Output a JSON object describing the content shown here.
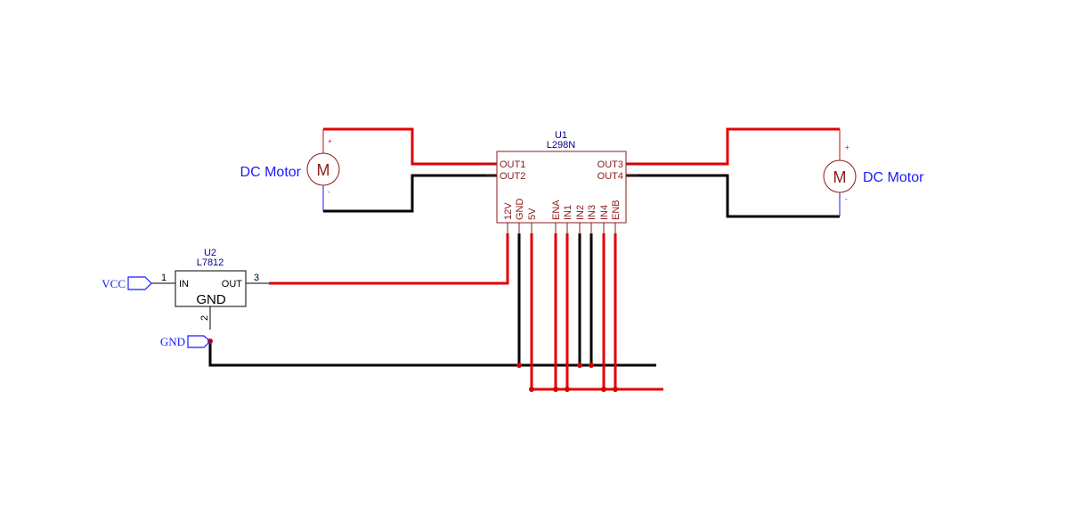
{
  "colors": {
    "power_wire": "#e00000",
    "ground_wire": "#000000",
    "chip_outline": "#8b1a1a",
    "pin_text": "#8b1a1a",
    "label_blue": "#1a1aff",
    "designator_blue": "#00008b",
    "junction": "#d40000"
  },
  "u1": {
    "ref": "U1",
    "value": "L298N",
    "pins_left": [
      "OUT1",
      "OUT2"
    ],
    "pins_right": [
      "OUT3",
      "OUT4"
    ],
    "pins_bottom": [
      "12V",
      "GND",
      "5V",
      "ENA",
      "IN1",
      "IN2",
      "IN3",
      "IN4",
      "ENB"
    ]
  },
  "u2": {
    "ref": "U2",
    "value": "L7812",
    "pin_in": "IN",
    "pin_out": "OUT",
    "pin_gnd": "GND",
    "pin1": "1",
    "pin2": "2",
    "pin3": "3"
  },
  "motor_left": {
    "label": "DC Motor",
    "symbol": "M",
    "plus": "+",
    "minus": "-"
  },
  "motor_right": {
    "label": "DC Motor",
    "symbol": "M",
    "plus": "+",
    "minus": "-"
  },
  "ports": {
    "vcc": "VCC",
    "gnd": "GND"
  }
}
